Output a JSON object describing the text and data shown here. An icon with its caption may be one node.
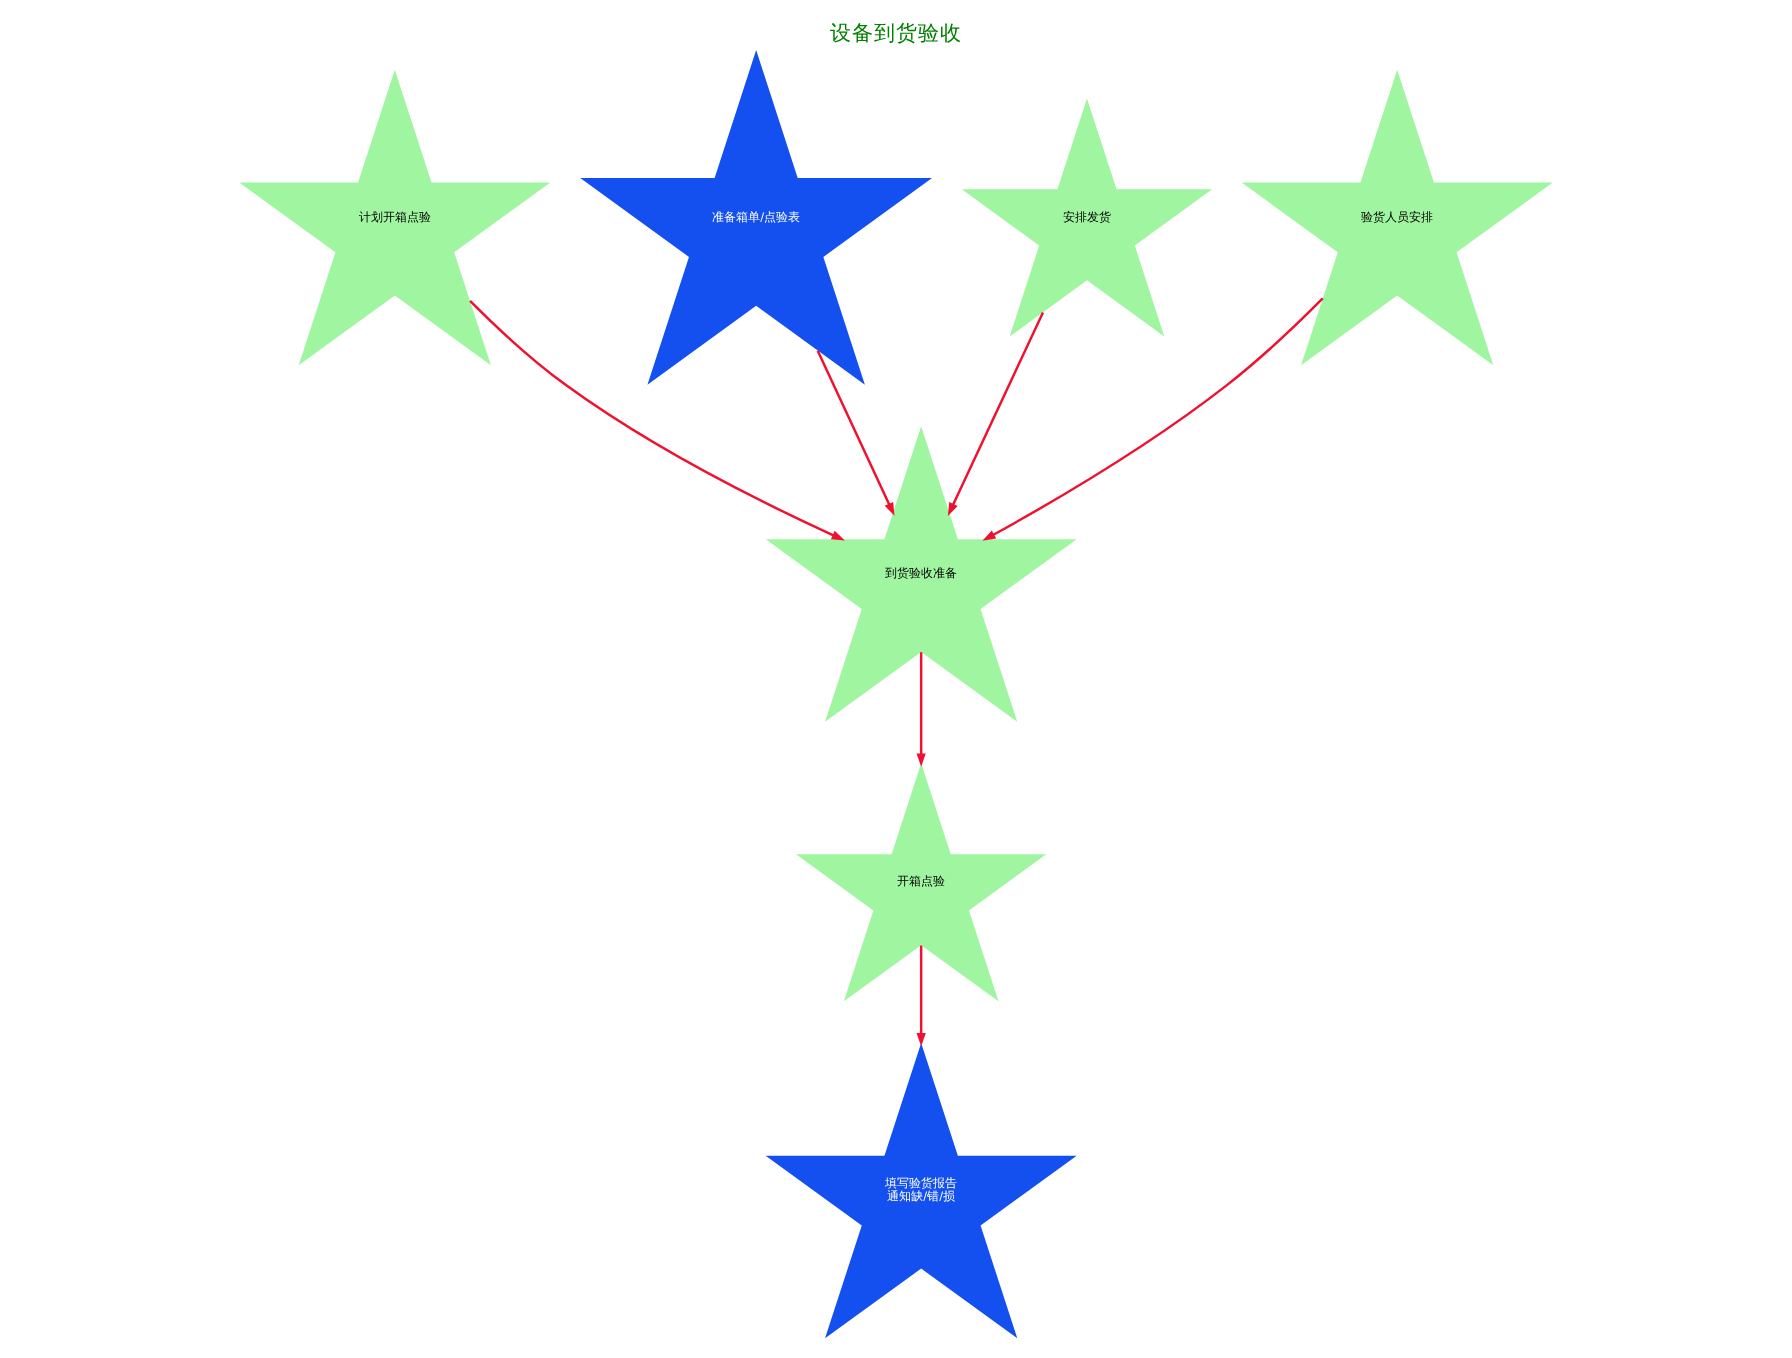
{
  "diagram": {
    "title": "设备到货验收",
    "nodes": [
      {
        "text": [
          "计划开箱点验"
        ]
      },
      {
        "text": [
          "准备箱单/点验表"
        ]
      },
      {
        "text": [
          "到货验收准备"
        ]
      },
      {
        "text": [
          "安排发货"
        ]
      },
      {
        "text": [
          "验货人员安排"
        ]
      },
      {
        "text": [
          "开箱点验"
        ]
      },
      {
        "text": [
          "填写验货报告",
          "通知缺/错/损"
        ]
      }
    ],
    "edges": [
      {
        "from": 0,
        "to": 2,
        "arrow": "to"
      },
      {
        "from": 1,
        "to": 2,
        "arrow": "to"
      },
      {
        "from": 3,
        "to": 2,
        "arrow": "to"
      },
      {
        "from": 4,
        "to": 2,
        "arrow": "to"
      },
      {
        "from": 2,
        "to": 5,
        "arrow": "to"
      },
      {
        "from": 5,
        "to": 6,
        "arrow": "to"
      }
    ]
  }
}
